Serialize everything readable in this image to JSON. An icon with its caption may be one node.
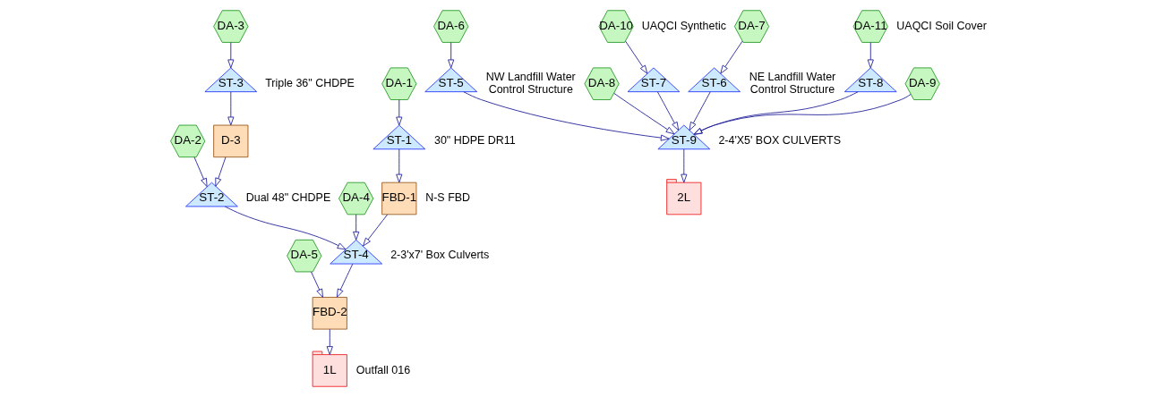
{
  "diagram": {
    "nodes": [
      {
        "text": [
          "FBD-1"
        ],
        "beside": [
          "N-S FBD"
        ]
      },
      {
        "text": [
          "ST-1"
        ],
        "beside": [
          "30\" HDPE DR11"
        ]
      },
      {
        "text": [
          "DA-1"
        ]
      },
      {
        "text": [
          "ST-2"
        ],
        "beside": [
          "Dual 48\" CHDPE"
        ]
      },
      {
        "text": [
          "DA-2"
        ]
      },
      {
        "text": [
          "DA-4"
        ]
      },
      {
        "text": [
          "D-3"
        ]
      },
      {
        "text": [
          "ST-3"
        ],
        "beside": [
          "Triple 36\" CHDPE"
        ]
      },
      {
        "text": [
          "DA-3"
        ]
      },
      {
        "text": [
          "ST-4"
        ],
        "beside": [
          "2-3'x7' Box Culverts"
        ]
      },
      {
        "text": [
          "FBD-2"
        ]
      },
      {
        "text": [
          "1L"
        ],
        "beside": [
          "Outfall 016"
        ]
      },
      {
        "text": [
          "DA-5"
        ]
      },
      {
        "text": [
          "DA-6"
        ]
      },
      {
        "text": [
          "ST-5"
        ],
        "beside": [
          "NW Landfill Water Control Structure"
        ]
      },
      {
        "text": [
          "DA-8"
        ]
      },
      {
        "text": [
          "ST-7"
        ]
      },
      {
        "text": [
          "DA-10"
        ],
        "beside": [
          "UAQCI Synthetic"
        ]
      },
      {
        "text": [
          "DA-7"
        ]
      },
      {
        "text": [
          "ST-6"
        ],
        "beside": [
          "NE Landfill Water Control Structure"
        ]
      },
      {
        "text": [
          "ST-9"
        ],
        "beside": [
          "2-4'X5' BOX CULVERTS"
        ]
      },
      {
        "text": [
          "ST-8"
        ]
      },
      {
        "text": [
          "DA-11"
        ],
        "beside": [
          "UAQCI Soil Cover"
        ]
      },
      {
        "text": [
          "DA-9"
        ]
      },
      {
        "text": [
          "2L"
        ]
      }
    ],
    "edges": [
      {
        "from": 2,
        "to": 1,
        "arrow": "to"
      },
      {
        "from": 1,
        "to": 0,
        "arrow": "to"
      },
      {
        "from": 4,
        "to": 3,
        "arrow": "to"
      },
      {
        "from": 6,
        "to": 3,
        "arrow": "to"
      },
      {
        "from": 8,
        "to": 7,
        "arrow": "to"
      },
      {
        "from": 7,
        "to": 6,
        "arrow": "to"
      },
      {
        "from": 0,
        "to": 9,
        "arrow": "to"
      },
      {
        "from": 3,
        "to": 9,
        "arrow": "to"
      },
      {
        "from": 5,
        "to": 9,
        "arrow": "to"
      },
      {
        "from": 9,
        "to": 10,
        "arrow": "to"
      },
      {
        "from": 12,
        "to": 10,
        "arrow": "to"
      },
      {
        "from": 10,
        "to": 11,
        "arrow": "to"
      },
      {
        "from": 13,
        "to": 14,
        "arrow": "to"
      },
      {
        "from": 14,
        "to": 20,
        "arrow": "to"
      },
      {
        "from": 15,
        "to": 20,
        "arrow": "to"
      },
      {
        "from": 17,
        "to": 16,
        "arrow": "to"
      },
      {
        "from": 16,
        "to": 20,
        "arrow": "to"
      },
      {
        "from": 18,
        "to": 19,
        "arrow": "to"
      },
      {
        "from": 19,
        "to": 20,
        "arrow": "to"
      },
      {
        "from": 22,
        "to": 21,
        "arrow": "to"
      },
      {
        "from": 21,
        "to": 20,
        "arrow": "to"
      },
      {
        "from": 23,
        "to": 20,
        "arrow": "to"
      },
      {
        "from": 20,
        "to": 24,
        "arrow": "to"
      }
    ]
  }
}
